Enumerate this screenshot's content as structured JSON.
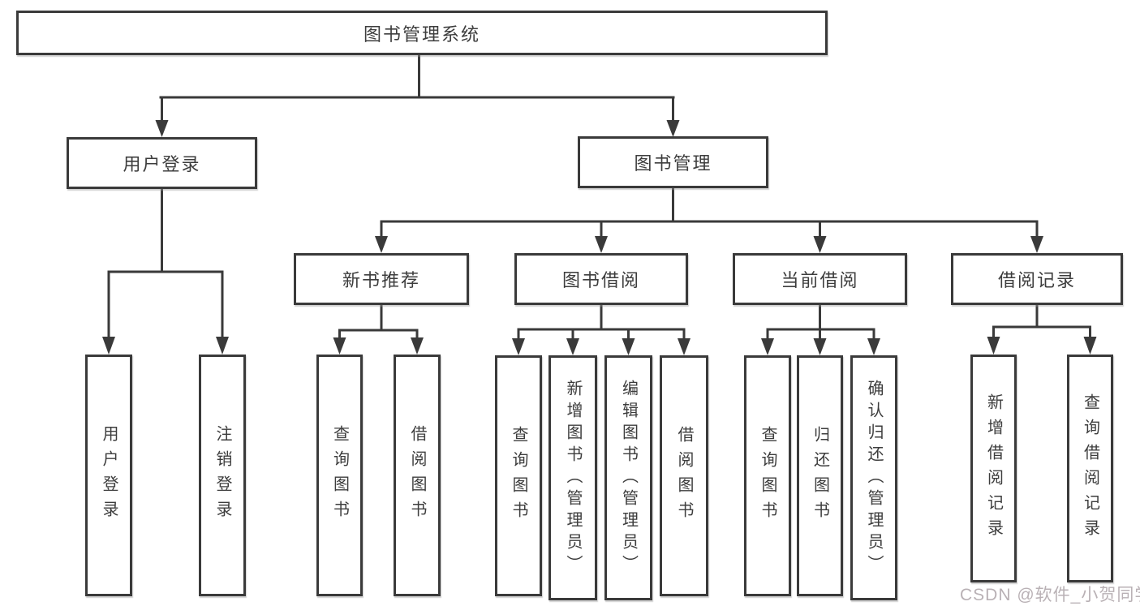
{
  "diagram": {
    "title": "图书管理系统",
    "colors": {
      "line": "#3a3a3a",
      "border": "#3a3a3a",
      "text": "#3d3d3d",
      "background": "#ffffff",
      "watermark_text": "#b9b1b5"
    },
    "nodes": {
      "root": "图书管理系统",
      "user_login": "用户登录",
      "book_mgmt": "图书管理",
      "new_book": "新书推荐",
      "book_borrow": "图书借阅",
      "current_borrow": "当前借阅",
      "borrow_record": "借阅记录",
      "leaves": {
        "user_login": [
          "用户登录",
          "注销登录"
        ],
        "new_book": [
          "查询图书",
          "借阅图书"
        ],
        "book_borrow": [
          "查询图书",
          "新增图书（管理员）",
          "编辑图书（管理员）",
          "借阅图书"
        ],
        "current_borrow": [
          "查询图书",
          "归还图书",
          "确认归还（管理员）"
        ],
        "borrow_record": [
          "新增借阅记录",
          "查询借阅记录"
        ]
      }
    },
    "watermark": "CSDN @软件_小贺同学"
  }
}
